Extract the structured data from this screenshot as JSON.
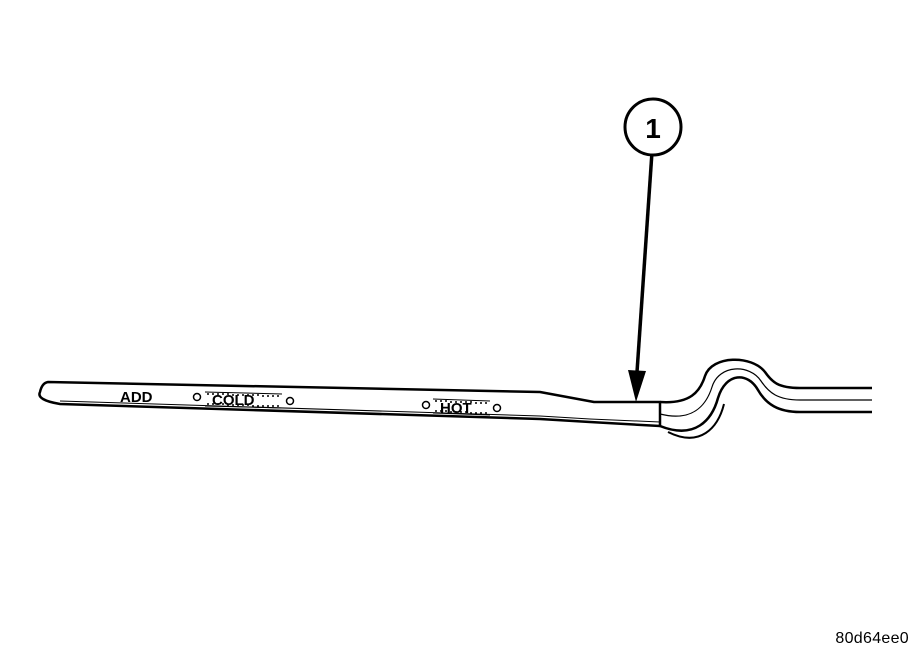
{
  "diagram": {
    "callout_number": "1",
    "markings": {
      "add": "ADD",
      "cold": "COLD",
      "hot": "HOT"
    },
    "figure_code": "80d64ee0"
  },
  "colors": {
    "line": "#000000",
    "background": "#ffffff"
  }
}
